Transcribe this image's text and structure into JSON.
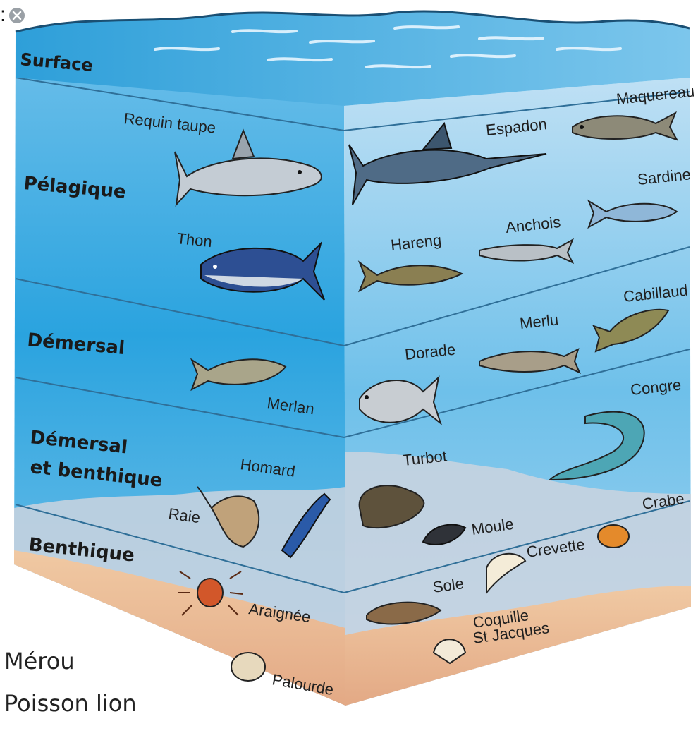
{
  "zones": {
    "surface": "Surface",
    "pelagique": "Pélagique",
    "demersal": "Démersal",
    "demersal_benthique_1": "Démersal",
    "demersal_benthique_2": "et benthique",
    "benthique": "Benthique"
  },
  "species": {
    "requin": "Requin taupe",
    "thon": "Thon",
    "espadon": "Espadon",
    "maquereau": "Maquereau",
    "sardine": "Sardine",
    "anchois": "Anchois",
    "hareng": "Hareng",
    "cabillaud": "Cabillaud",
    "merlu": "Merlu",
    "dorade": "Dorade",
    "merlan": "Merlan",
    "congre": "Congre",
    "turbot": "Turbot",
    "homard": "Homard",
    "raie": "Raie",
    "moule": "Moule",
    "crabe": "Crabe",
    "crevette": "Crevette",
    "sole": "Sole",
    "araignee": "Araignée",
    "coquille_1": "Coquille",
    "coquille_2": "St Jacques",
    "palourde": "Palourde"
  },
  "captions": {
    "merou": "Mérou",
    "poisson_lion": "Poisson lion"
  },
  "colors": {
    "water_surface": "#cfe7f5",
    "water_pelagic": "#1f9fdc",
    "water_deep": "#3aa8df",
    "sand": "#e8b98f",
    "seabed": "#c6cdd8"
  }
}
